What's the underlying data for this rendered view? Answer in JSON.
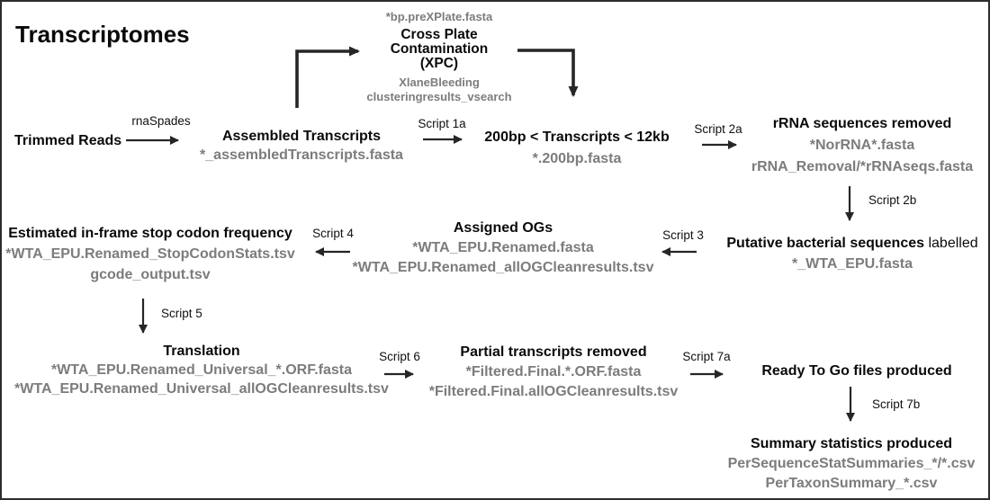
{
  "page_title": "Transcriptomes",
  "nodes": {
    "trimmed_reads": {
      "title": "Trimmed Reads"
    },
    "assembled_transcripts": {
      "title": "Assembled Transcripts",
      "files": [
        "*_assembledTranscripts.fasta"
      ]
    },
    "cross_plate": {
      "input_file": "*bp.preXPlate.fasta",
      "title_lines": [
        "Cross Plate",
        "Contamination",
        "(XPC)"
      ],
      "files": [
        "XlaneBleeding",
        "clusteringresults_vsearch"
      ]
    },
    "size_filtered": {
      "title": "200bp < Transcripts < 12kb",
      "files": [
        "*.200bp.fasta"
      ]
    },
    "rrna_removed": {
      "title": "rRNA sequences removed",
      "files": [
        "*NorRNA*.fasta",
        "rRNA_Removal/*rRNAseqs.fasta"
      ]
    },
    "bacterial_labelled": {
      "title_bold": "Putative bacterial sequences",
      "title_regular": "labelled",
      "files": [
        "*_WTA_EPU.fasta"
      ]
    },
    "assigned_ogs": {
      "title": "Assigned OGs",
      "files": [
        "*WTA_EPU.Renamed.fasta",
        "*WTA_EPU.Renamed_allOGCleanresults.tsv"
      ]
    },
    "stop_codon": {
      "title": "Estimated in-frame stop codon frequency",
      "files": [
        "*WTA_EPU.Renamed_StopCodonStats.tsv",
        "gcode_output.tsv"
      ]
    },
    "translation": {
      "title": "Translation",
      "files": [
        "*WTA_EPU.Renamed_Universal_*.ORF.fasta",
        "*WTA_EPU.Renamed_Universal_allOGCleanresults.tsv"
      ]
    },
    "partial_removed": {
      "title": "Partial transcripts removed",
      "files": [
        "*Filtered.Final.*.ORF.fasta",
        "*Filtered.Final.allOGCleanresults.tsv"
      ]
    },
    "ready_to_go": {
      "title": "Ready To Go files produced"
    },
    "summary_stats": {
      "title": "Summary statistics produced",
      "files": [
        "PerSequenceStatSummaries_*/*.csv",
        "PerTaxonSummary_*.csv"
      ]
    }
  },
  "edge_labels": {
    "rnaspades": "rnaSpades",
    "script_1a": "Script 1a",
    "script_2a": "Script 2a",
    "script_2b": "Script 2b",
    "script_3": "Script 3",
    "script_4": "Script 4",
    "script_5": "Script 5",
    "script_6": "Script 6",
    "script_7a": "Script 7a",
    "script_7b": "Script 7b"
  },
  "colors": {
    "text": "#0a0a0a",
    "file_gray": "#7c7c7c",
    "arrow": "#262626"
  }
}
